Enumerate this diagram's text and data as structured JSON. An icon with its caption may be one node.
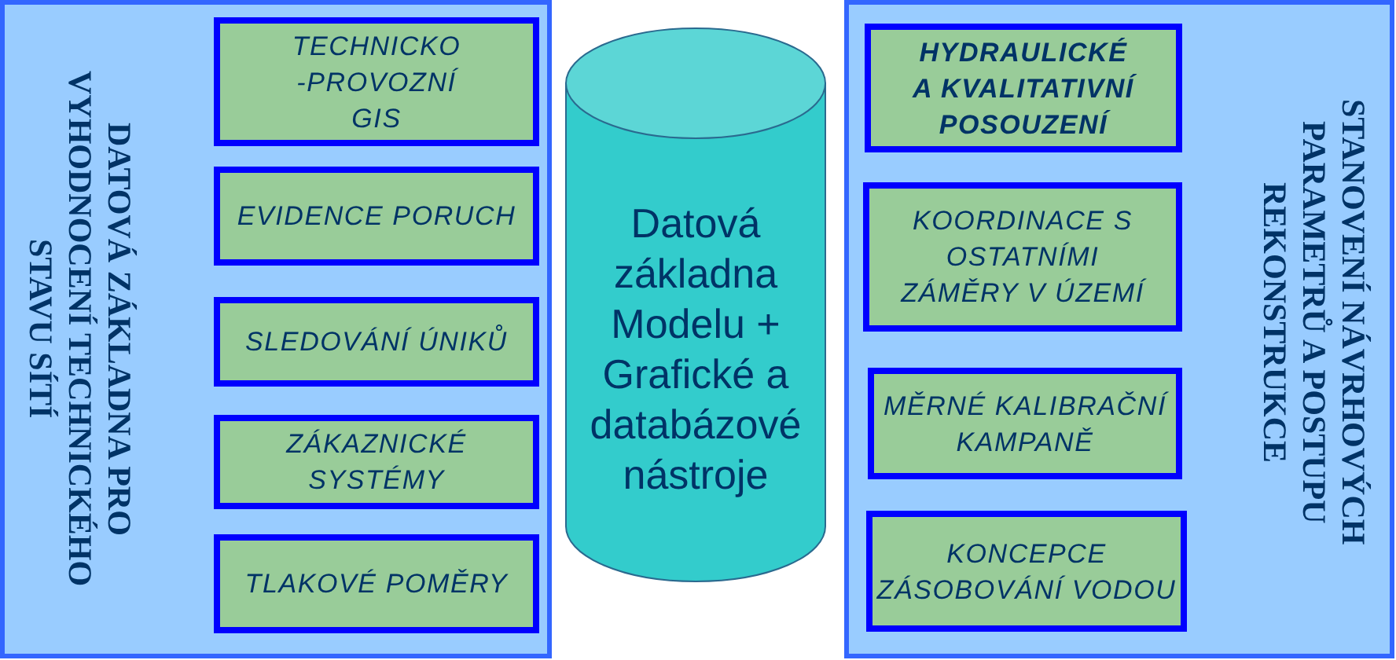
{
  "diagram": {
    "nodes": [
      {
        "text": [
          "DATOVÁ ZÁKLADNA PRO VYHODNOCENÍ TECHNICKÉHO STAVU SÍTÍ"
        ]
      },
      {
        "text": [
          "TECHNICKO -PROVOZNÍ GIS"
        ],
        "in": 0
      },
      {
        "text": [
          "EVIDENCE PORUCH"
        ],
        "in": 0
      },
      {
        "text": [
          "SLEDOVÁNÍ ÚNIKŮ"
        ],
        "in": 0
      },
      {
        "text": [
          "ZÁKAZNICKÉ SYSTÉMY"
        ],
        "in": 0
      },
      {
        "text": [
          "TLAKOVÉ POMĚRY"
        ],
        "in": 0
      },
      {
        "text": [
          "Datová základna Modelu + Grafické a databázové nástroje"
        ]
      },
      {
        "text": [
          "STANOVENÍ NÁVRHOVÝCH PARAMETRŮ A POSTUPU REKONSTRUKCE"
        ]
      },
      {
        "text": [
          "HYDRAULICKÉ A KVALITATIVNÍ POSOUZENÍ"
        ],
        "in": 7
      },
      {
        "text": [
          "KOORDINACE S OSTATNÍMI ZÁMĚRY V ÚZEMÍ"
        ],
        "in": 7
      },
      {
        "text": [
          "MĚRNÉ KALIBRAČNÍ KAMPANĚ"
        ],
        "in": 7
      },
      {
        "text": [
          "KONCEPCE ZÁSOBOVÁNÍ VODOU"
        ],
        "in": 7
      }
    ]
  }
}
